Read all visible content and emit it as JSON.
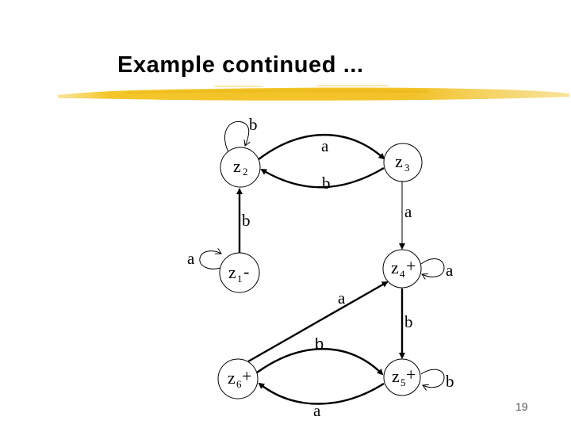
{
  "slide": {
    "title": "Example continued ...",
    "page_number": "19",
    "accent_color": "#F5C518"
  },
  "diagram": {
    "type": "finite-automaton",
    "nodes": [
      {
        "id": "z1",
        "label": "z",
        "sub": "1",
        "suffix": "-",
        "role": "start"
      },
      {
        "id": "z2",
        "label": "z",
        "sub": "2",
        "suffix": "",
        "role": "normal"
      },
      {
        "id": "z3",
        "label": "z",
        "sub": "3",
        "suffix": "",
        "role": "normal"
      },
      {
        "id": "z4",
        "label": "z",
        "sub": "4",
        "suffix": "+",
        "role": "final"
      },
      {
        "id": "z5",
        "label": "z",
        "sub": "5",
        "suffix": "+",
        "role": "final"
      },
      {
        "id": "z6",
        "label": "z",
        "sub": "6",
        "suffix": "+",
        "role": "final"
      }
    ],
    "edges": [
      {
        "from": "z2",
        "to": "z2",
        "label": "b"
      },
      {
        "from": "z2",
        "to": "z3",
        "label": "a"
      },
      {
        "from": "z3",
        "to": "z2",
        "label": "b"
      },
      {
        "from": "z1",
        "to": "z2",
        "label": "b"
      },
      {
        "from": "z1",
        "to": "z1",
        "label": "a"
      },
      {
        "from": "z3",
        "to": "z4",
        "label": "a"
      },
      {
        "from": "z4",
        "to": "z4",
        "label": "a"
      },
      {
        "from": "z6",
        "to": "z4",
        "label": "a"
      },
      {
        "from": "z4",
        "to": "z5",
        "label": "b"
      },
      {
        "from": "z6",
        "to": "z5",
        "label": "b"
      },
      {
        "from": "z5",
        "to": "z6",
        "label": "a"
      },
      {
        "from": "z5",
        "to": "z5",
        "label": "b"
      }
    ]
  }
}
